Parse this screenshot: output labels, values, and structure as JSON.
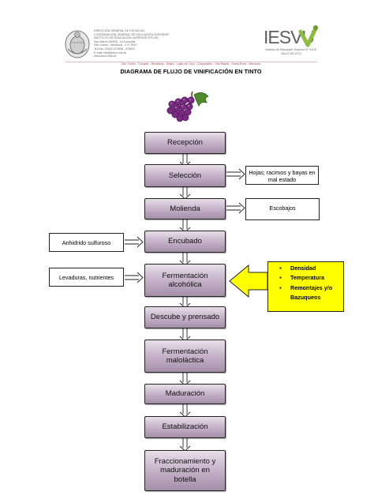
{
  "header": {
    "left_lines": [
      "DIRECCIÓN GENERAL DE ESCUELAS",
      "COORDINACIÓN GENERAL DE EDUCACIÓN SUPERIOR",
      "INSTITUTO DE EDUCACIÓN SUPERIOR N°9-015",
      "San Martín 95/918 - La Consulta",
      "San Carlos - Mendoza - C.P. 5567",
      "Tel-Fax: 02622-470698 - 470821",
      "E-mail: info@iesvu.edu.ar",
      "www.iesvu.edu.ar"
    ],
    "logo_text": "IESVU",
    "logo_sub": "Instituto de Educación Superior N° 9-015",
    "logo_sub2": "VALLE DE UCO",
    "locations": "San Carlos - Tunuyán - Rivadavia - Maipú - Luján de Cuyo - Guaymallén - San Rafael - Santa Rosa - Mendoza"
  },
  "title": "DIAGRAMA DE FLUJO DE VINIFICACIÓN EN TINTO",
  "steps": [
    "Recepción",
    "Selección",
    "Molienda",
    "Encubado",
    "Fermentación alcohólica",
    "Descube y prensado",
    "Fermentación maloláctica",
    "Maduración",
    "Estabilización",
    "Fraccionamiento y maduración en botella"
  ],
  "side_outputs": {
    "seleccion": "Hojas; racimos y bayas en mal estado",
    "molienda": "Escobajos"
  },
  "side_inputs": {
    "encubado": "Anhidrido sulfuroso",
    "fermentacion": "Levaduras, nutrientes"
  },
  "controls": [
    "Densidad",
    "Temperatura",
    "Remontajes y/o Bazuqueos"
  ],
  "colors": {
    "step_fill": "#c8b6cc",
    "control_box": "#ffff00",
    "header_accent": "#a04a50",
    "grape": "#7a2a82",
    "leaf": "#4f8a2c"
  }
}
